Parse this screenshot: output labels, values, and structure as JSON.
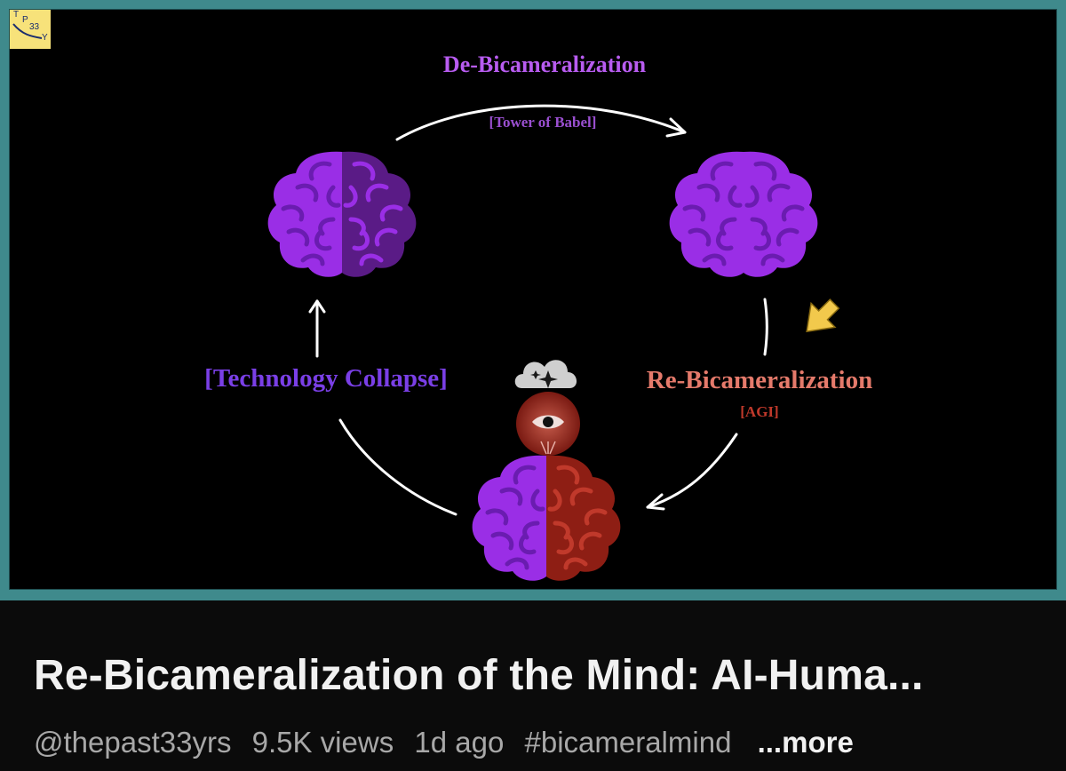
{
  "thumbnail": {
    "logo_text": [
      "T",
      "P",
      "33",
      "Y"
    ],
    "top_label": "De-Bicameralization",
    "top_sub": "[Tower of Babel]",
    "left_label": "[Technology Collapse]",
    "right_label": "Re-Bicameralization",
    "right_sub": "[AGI]",
    "colors": {
      "frame": "#3f8a8c",
      "purple_text": "#b85cf0",
      "violet_text": "#7a3fe6",
      "red_text": "#e57a6b",
      "brain_purple": "#9a2ee6",
      "brain_dark": "#5a1b86",
      "brain_red": "#8e1e14",
      "pointer_arrow": "#f2c94c"
    }
  },
  "video": {
    "title": "Re-Bicameralization of the Mind: AI-Huma...",
    "channel": "@thepast33yrs",
    "views": "9.5K views",
    "age": "1d ago",
    "hashtag": "#bicameralmind",
    "more_label": "...more"
  }
}
